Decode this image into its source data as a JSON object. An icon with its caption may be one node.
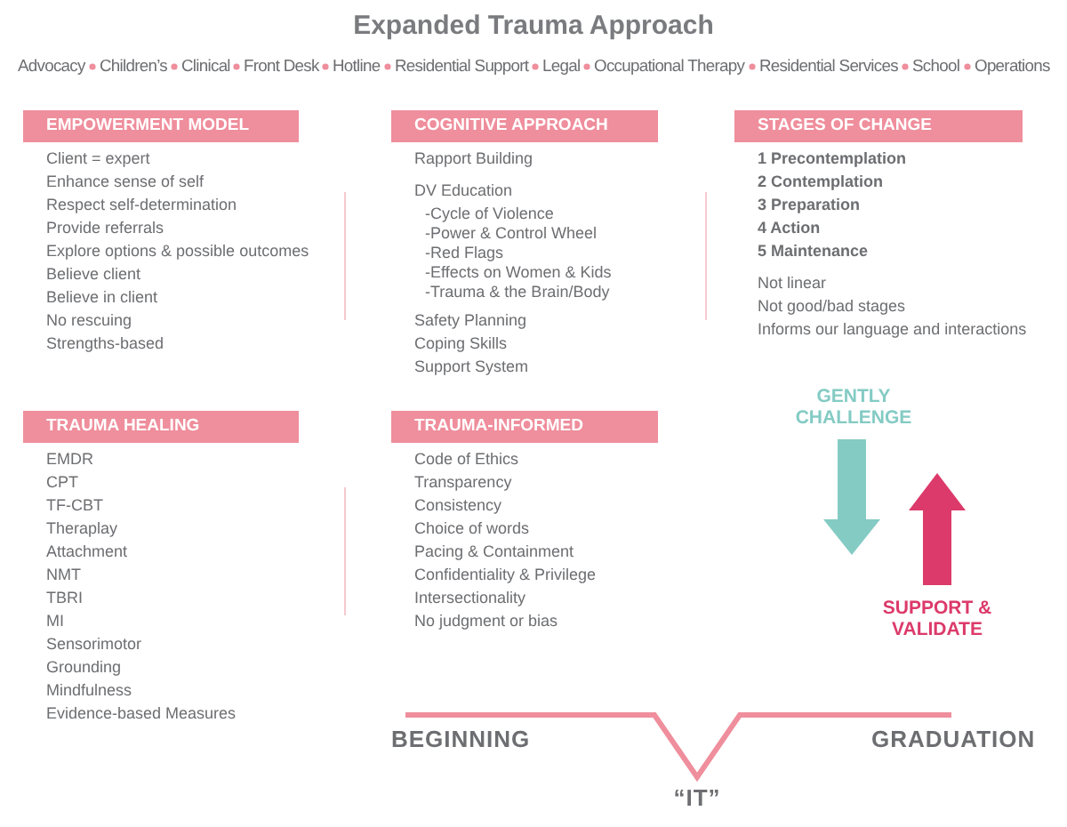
{
  "diagram": {
    "title": "Expanded Trauma Approach",
    "nodes": [
      {
        "text": [
          "EMPOWERMENT MODEL"
        ]
      },
      {
        "text": [
          "COGNITIVE APPROACH"
        ]
      },
      {
        "text": [
          "STAGES OF CHANGE"
        ]
      },
      {
        "text": [
          "TRAUMA HEALING"
        ]
      },
      {
        "text": [
          "TRAUMA-INFORMED"
        ]
      }
    ],
    "labels": [
      "Advocacy",
      "Children’s",
      "Clinical",
      "Front Desk",
      "Hotline",
      "Residential Support",
      "Legal",
      "Occupational Therapy",
      "Residential Services",
      "School",
      "Operations",
      "Client = expert",
      "Enhance sense of self",
      "Respect self-determination",
      "Provide referrals",
      "Explore options & possible outcomes",
      "Believe client",
      "Believe in client",
      "No rescuing",
      "Strengths-based",
      "Rapport Building",
      "DV Education",
      "-Cycle of Violence",
      "-Power & Control Wheel",
      "-Red Flags",
      "-Effects on Women & Kids",
      "-Trauma & the Brain/Body",
      "Safety Planning",
      "Coping Skills",
      "Support System",
      "1 Precontemplation",
      "2 Contemplation",
      "3 Preparation",
      "4 Action",
      "5 Maintenance",
      "Not linear",
      "Not good/bad stages",
      "Informs our language and interactions",
      "EMDR",
      "CPT",
      "TF-CBT",
      "Theraplay",
      "Attachment",
      "NMT",
      "TBRI",
      "MI",
      "Sensorimotor",
      "Grounding",
      "Mindfulness",
      "Evidence-based Measures",
      "Code of Ethics",
      "Transparency",
      "Consistency",
      "Choice of words",
      "Pacing & Containment",
      "Confidentiality & Privilege",
      "Intersectionality",
      "No judgment or bias",
      "GENTLY CHALLENGE",
      "SUPPORT & VALIDATE",
      "BEGINNING",
      "GRADUATION",
      "“IT”"
    ]
  }
}
